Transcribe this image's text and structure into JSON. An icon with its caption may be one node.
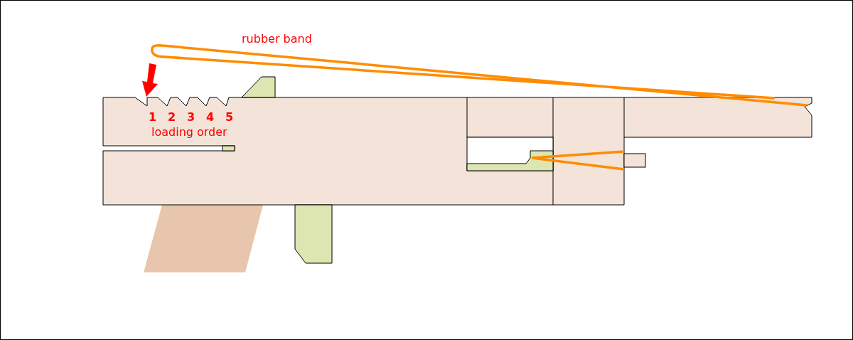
{
  "diagram": {
    "labels": [
      "rubber band",
      "1",
      "2",
      "3",
      "4",
      "5",
      "loading order"
    ]
  }
}
